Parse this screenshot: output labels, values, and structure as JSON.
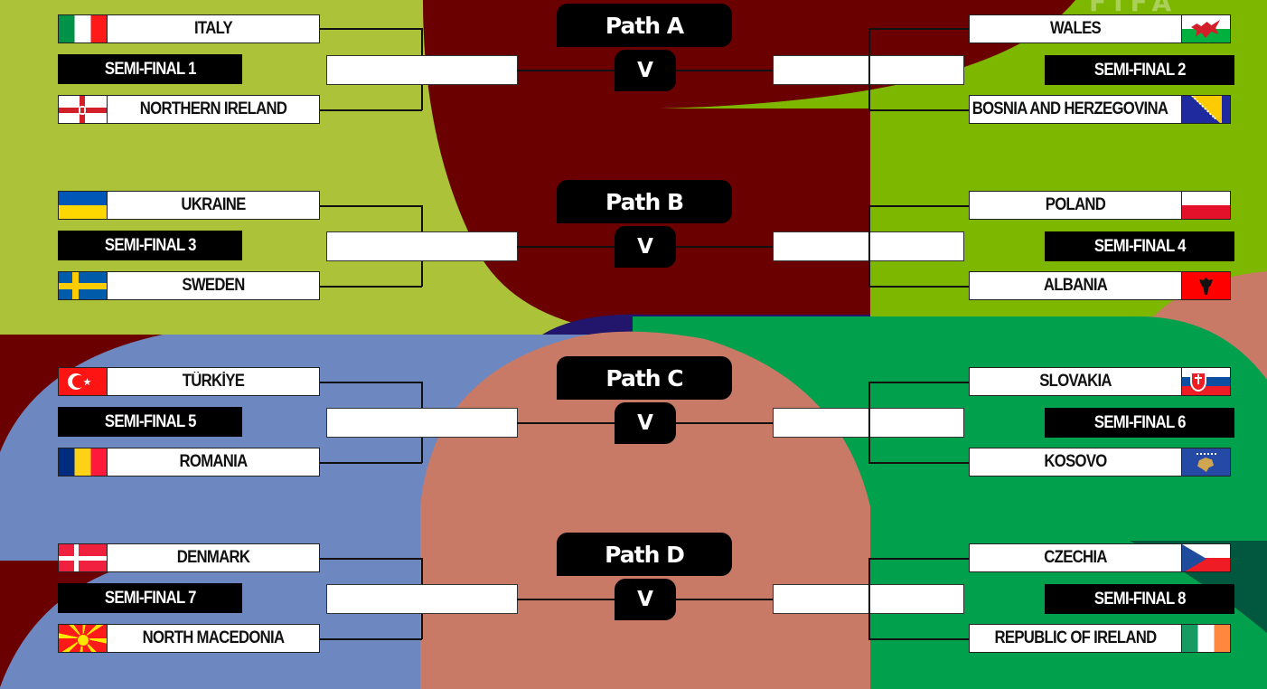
{
  "colors": {
    "lime": "#acc238",
    "green_bright": "#7db700",
    "maroon": "#6b0000",
    "navy": "#21166b",
    "periwinkle": "#6d88c0",
    "salmon": "#c87a67",
    "green": "#00a04c",
    "dark_green": "#02573f",
    "box_border": "#222222",
    "label_bg": "#000000",
    "label_text": "#ffffff"
  },
  "watermark": "FIFA",
  "paths": [
    {
      "label": "Path A",
      "vs": "V",
      "left": {
        "semi_final": "SEMI-FINAL 1",
        "teams": [
          {
            "name": "ITALY",
            "flag": "italy-flag"
          },
          {
            "name": "NORTHERN IRELAND",
            "flag": "northern-ireland-flag"
          }
        ]
      },
      "right": {
        "semi_final": "SEMI-FINAL 2",
        "teams": [
          {
            "name": "WALES",
            "flag": "wales-flag"
          },
          {
            "name": "BOSNIA AND HERZEGOVINA",
            "flag": "bosnia-flag"
          }
        ]
      }
    },
    {
      "label": "Path B",
      "vs": "V",
      "left": {
        "semi_final": "SEMI-FINAL 3",
        "teams": [
          {
            "name": "UKRAINE",
            "flag": "ukraine-flag"
          },
          {
            "name": "SWEDEN",
            "flag": "sweden-flag"
          }
        ]
      },
      "right": {
        "semi_final": "SEMI-FINAL 4",
        "teams": [
          {
            "name": "POLAND",
            "flag": "poland-flag"
          },
          {
            "name": "ALBANIA",
            "flag": "albania-flag"
          }
        ]
      }
    },
    {
      "label": "Path C",
      "vs": "V",
      "left": {
        "semi_final": "SEMI-FINAL 5",
        "teams": [
          {
            "name": "TÜRKİYE",
            "flag": "turkey-flag"
          },
          {
            "name": "ROMANIA",
            "flag": "romania-flag"
          }
        ]
      },
      "right": {
        "semi_final": "SEMI-FINAL 6",
        "teams": [
          {
            "name": "SLOVAKIA",
            "flag": "slovakia-flag"
          },
          {
            "name": "KOSOVO",
            "flag": "kosovo-flag"
          }
        ]
      }
    },
    {
      "label": "Path D",
      "vs": "V",
      "left": {
        "semi_final": "SEMI-FINAL 7",
        "teams": [
          {
            "name": "DENMARK",
            "flag": "denmark-flag"
          },
          {
            "name": "NORTH MACEDONIA",
            "flag": "north-macedonia-flag"
          }
        ]
      },
      "right": {
        "semi_final": "SEMI-FINAL 8",
        "teams": [
          {
            "name": "CZECHIA",
            "flag": "czechia-flag"
          },
          {
            "name": "REPUBLIC OF IRELAND",
            "flag": "ireland-flag"
          }
        ]
      }
    }
  ]
}
